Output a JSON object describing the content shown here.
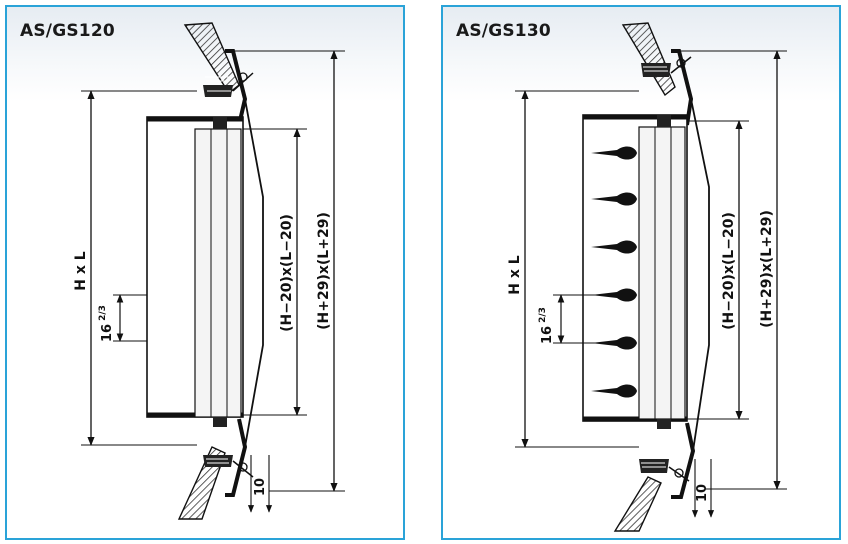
{
  "panels": [
    {
      "title": "AS/GS120",
      "labels": {
        "outer": "H x L",
        "inner": "(H−20)x(L−20)",
        "overall": "(H+29)x(L+29)",
        "blade_pitch": "16",
        "blade_pitch_frac": "2/3",
        "flange": "10"
      }
    },
    {
      "title": "AS/GS130",
      "labels": {
        "outer": "H x L",
        "inner": "(H−20)x(L−20)",
        "overall": "(H+29)x(L+29)",
        "blade_pitch": "16",
        "blade_pitch_frac": "2/3",
        "flange": "10"
      }
    }
  ],
  "colors": {
    "border": "#2aa3d8",
    "line": "#111111",
    "hatch": "#333333"
  }
}
